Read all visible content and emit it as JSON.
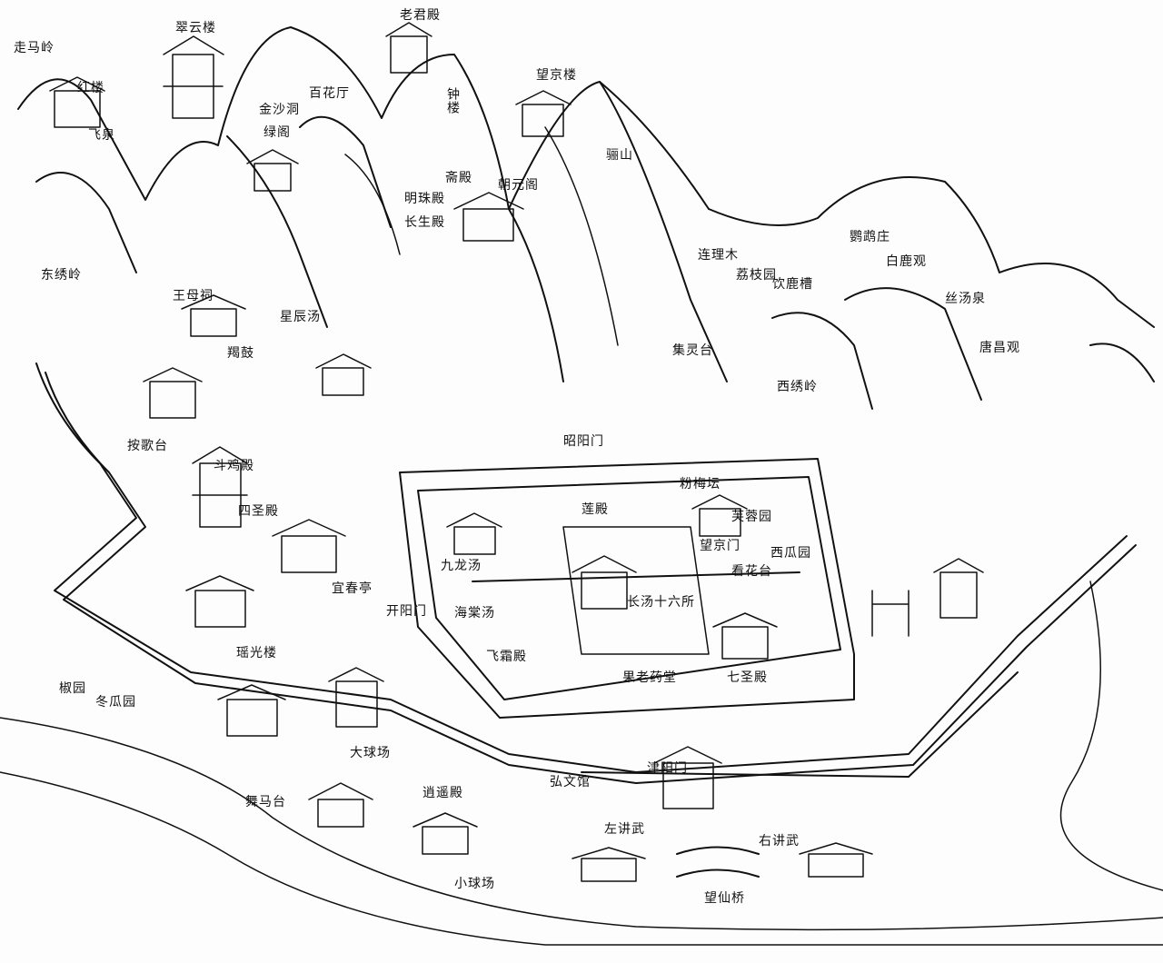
{
  "labels": [
    {
      "text": "走马岭",
      "kind": "ridge"
    },
    {
      "text": "翠云楼",
      "kind": "building"
    },
    {
      "text": "老君殿",
      "kind": "building"
    },
    {
      "text": "红楼",
      "kind": "building"
    },
    {
      "text": "飞泉",
      "kind": "water"
    },
    {
      "text": "百花厅",
      "kind": "building"
    },
    {
      "text": "金沙洞",
      "kind": "cave"
    },
    {
      "text": "绿阁",
      "kind": "building"
    },
    {
      "text": "钟楼",
      "kind": "building"
    },
    {
      "text": "望京楼",
      "kind": "building"
    },
    {
      "text": "斋殿",
      "kind": "building"
    },
    {
      "text": "明珠殿",
      "kind": "building"
    },
    {
      "text": "长生殿",
      "kind": "building"
    },
    {
      "text": "朝元阁",
      "kind": "building"
    },
    {
      "text": "骊山",
      "kind": "mountain"
    },
    {
      "text": "连理木",
      "kind": "tree"
    },
    {
      "text": "荔枝园",
      "kind": "garden"
    },
    {
      "text": "饮鹿槽",
      "kind": "site"
    },
    {
      "text": "鹦鹉庄",
      "kind": "site"
    },
    {
      "text": "白鹿观",
      "kind": "building"
    },
    {
      "text": "丝汤泉",
      "kind": "water"
    },
    {
      "text": "唐昌观",
      "kind": "building"
    },
    {
      "text": "集灵台",
      "kind": "building"
    },
    {
      "text": "东绣岭",
      "kind": "ridge"
    },
    {
      "text": "王母祠",
      "kind": "building"
    },
    {
      "text": "星辰汤",
      "kind": "water"
    },
    {
      "text": "羯鼓",
      "kind": "site"
    },
    {
      "text": "西绣岭",
      "kind": "ridge"
    },
    {
      "text": "昭阳门",
      "kind": "gate"
    },
    {
      "text": "按歌台",
      "kind": "building"
    },
    {
      "text": "斗鸡殿",
      "kind": "building"
    },
    {
      "text": "四圣殿",
      "kind": "building"
    },
    {
      "text": "莲殿",
      "kind": "building"
    },
    {
      "text": "粉梅坛",
      "kind": "site"
    },
    {
      "text": "芙蓉园",
      "kind": "garden"
    },
    {
      "text": "望京门",
      "kind": "gate"
    },
    {
      "text": "西瓜园",
      "kind": "garden"
    },
    {
      "text": "看花台",
      "kind": "building"
    },
    {
      "text": "九龙汤",
      "kind": "water"
    },
    {
      "text": "长汤十六所",
      "kind": "water"
    },
    {
      "text": "海棠汤",
      "kind": "water"
    },
    {
      "text": "宜春亭",
      "kind": "building"
    },
    {
      "text": "开阳门",
      "kind": "gate"
    },
    {
      "text": "飞霜殿",
      "kind": "building"
    },
    {
      "text": "瑶光楼",
      "kind": "building"
    },
    {
      "text": "果老药堂",
      "kind": "building"
    },
    {
      "text": "七圣殿",
      "kind": "building"
    },
    {
      "text": "椒园",
      "kind": "garden"
    },
    {
      "text": "冬瓜园",
      "kind": "garden"
    },
    {
      "text": "大球场",
      "kind": "field"
    },
    {
      "text": "弘文馆",
      "kind": "building"
    },
    {
      "text": "津阳门",
      "kind": "gate"
    },
    {
      "text": "舞马台",
      "kind": "building"
    },
    {
      "text": "逍遥殿",
      "kind": "building"
    },
    {
      "text": "左讲武",
      "kind": "field"
    },
    {
      "text": "右讲武",
      "kind": "field"
    },
    {
      "text": "小球场",
      "kind": "field"
    },
    {
      "text": "望仙桥",
      "kind": "bridge"
    }
  ],
  "colors": {
    "ink": "#111111",
    "paper": "#fdfdfd"
  }
}
